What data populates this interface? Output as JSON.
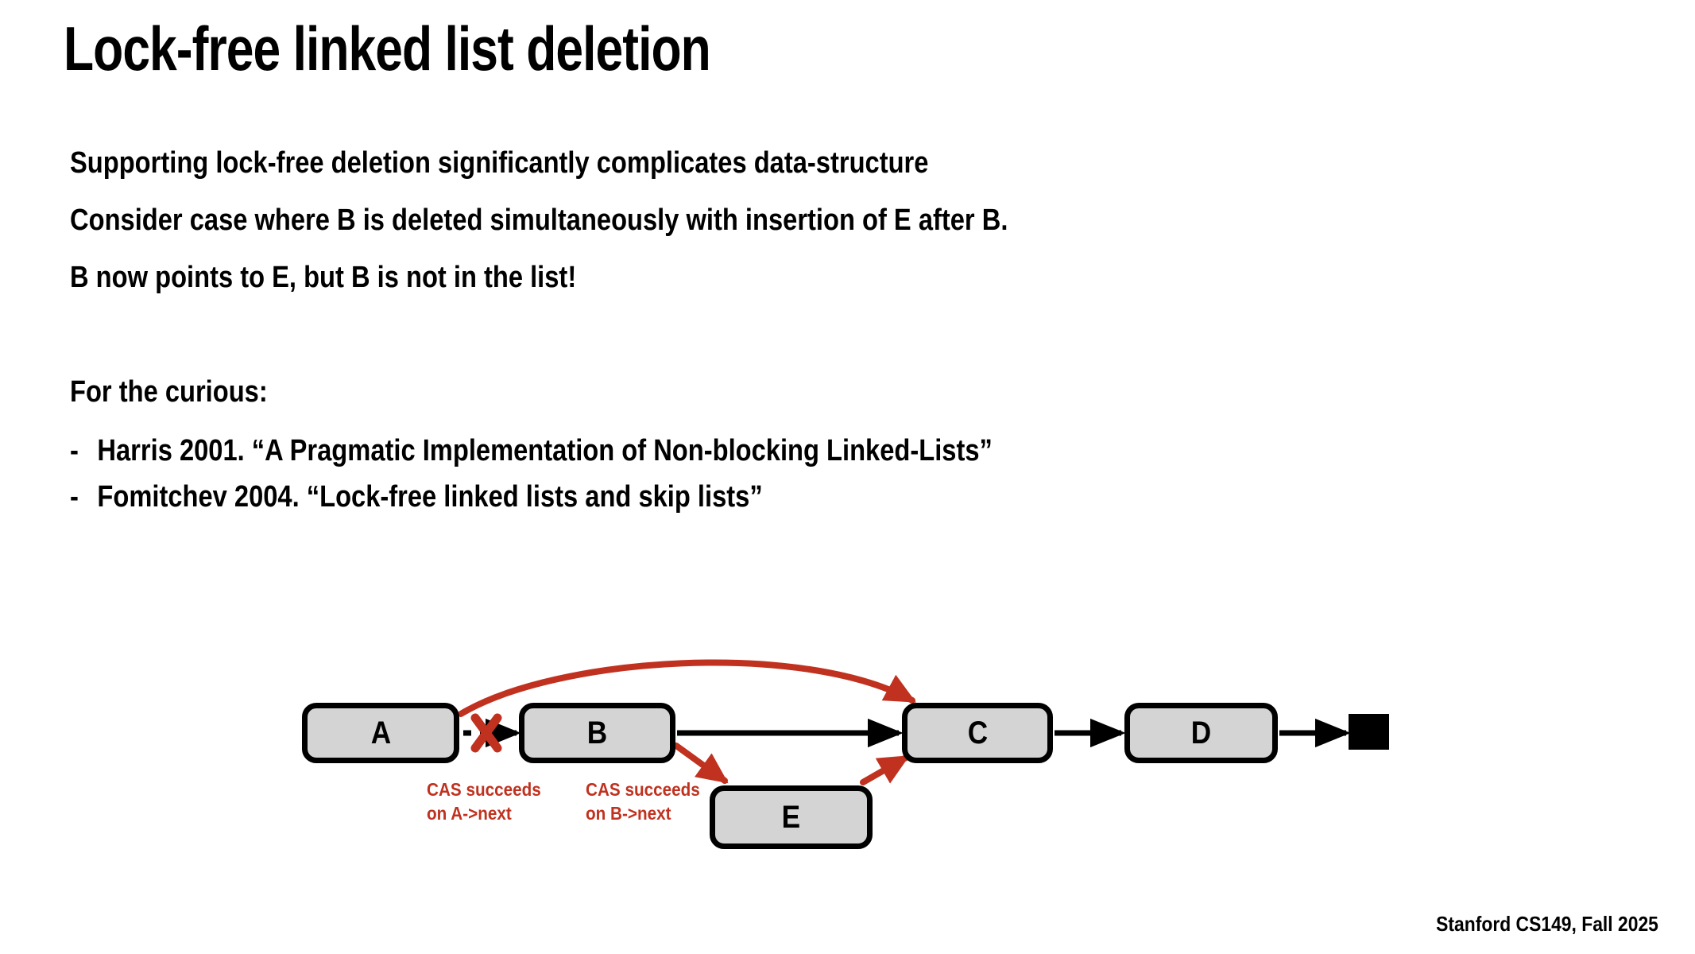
{
  "slide": {
    "title": "Lock-free linked list deletion",
    "body_lines": [
      "Supporting lock-free deletion significantly complicates data-structure",
      "Consider case where B is deleted simultaneously with insertion of E after B.",
      "B now points to E, but B is not in the list!"
    ],
    "curious_heading": "For the curious:",
    "bullets": [
      {
        "marker": "-",
        "text": "Harris 2001. “A Pragmatic Implementation of Non-blocking Linked-Lists”"
      },
      {
        "marker": "-",
        "text": "Fomitchev 2004. “Lock-free linked lists and skip lists”"
      }
    ],
    "footer": "Stanford CS149, Fall 2025"
  },
  "diagram": {
    "nodes": [
      {
        "id": "a",
        "label": "A"
      },
      {
        "id": "b",
        "label": "B"
      },
      {
        "id": "c",
        "label": "C"
      },
      {
        "id": "d",
        "label": "D"
      },
      {
        "id": "e",
        "label": "E"
      }
    ],
    "terminal": {
      "name": "null-terminator-square"
    },
    "annotations": [
      {
        "id": "cas-a",
        "text": "CAS succeeds\non A->next"
      },
      {
        "id": "cas-b",
        "text": "CAS succeeds\non B->next"
      }
    ],
    "edges": [
      {
        "from": "A",
        "to": "B",
        "style": "dashed-black-crossed-out"
      },
      {
        "from": "A",
        "to": "C",
        "style": "curved-red"
      },
      {
        "from": "B",
        "to": "C",
        "style": "solid-black"
      },
      {
        "from": "B",
        "to": "E",
        "style": "solid-red"
      },
      {
        "from": "E",
        "to": "C",
        "style": "solid-red"
      },
      {
        "from": "C",
        "to": "D",
        "style": "solid-black"
      },
      {
        "from": "D",
        "to": "terminal",
        "style": "solid-black"
      }
    ],
    "x_mark": {
      "name": "deleted-link-x-mark"
    }
  },
  "colors": {
    "accent_red": "#c0321f",
    "node_fill": "#d4d4d4",
    "stroke_black": "#000000",
    "background": "#ffffff"
  }
}
